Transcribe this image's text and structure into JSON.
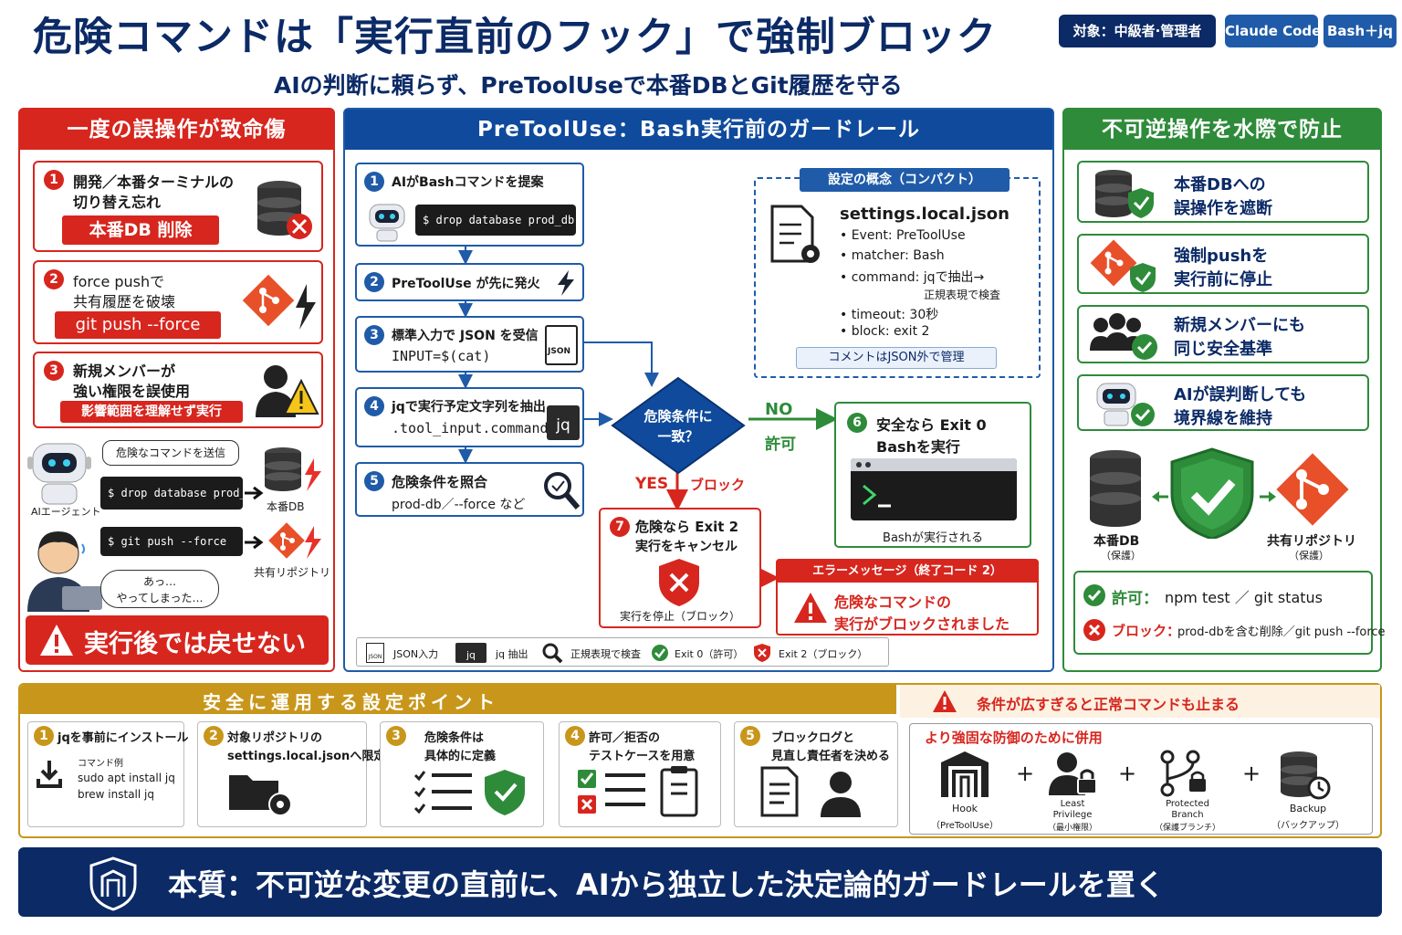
{
  "header": {
    "title": "危険コマンドは「実行直前のフック」で強制ブロック",
    "subtitle": "AIの判断に頼らず、PreToolUseで本番DBとGit履歴を守る",
    "tags": [
      "対象：中級者·管理者",
      "Claude Code",
      "Bash＋jq"
    ]
  },
  "left": {
    "heading": "一度の誤操作が致命傷",
    "cards": [
      {
        "num": "1",
        "line1": "開発／本番ターミナルの",
        "line2": "切り替え忘れ",
        "label": "本番DB 削除"
      },
      {
        "num": "2",
        "line1": "force pushで",
        "line2": "共有履歴を破壊",
        "label": "git push --force"
      },
      {
        "num": "3",
        "line1": "新規メンバーが",
        "line2": "強い権限を誤使用",
        "label": "影響範囲を理解せず実行"
      }
    ],
    "scene": {
      "bubble1": "危険なコマンドを送信",
      "cmd1": "$ drop database prod_db;",
      "agent_label": "AIエージェント",
      "db_label": "本番DB",
      "cmd2": "$ git push --force",
      "repo_label": "共有リポジトリ",
      "bubble2_line1": "あっ…",
      "bubble2_line2": "やってしまった…"
    },
    "footer": "実行後では戻せない"
  },
  "center": {
    "heading": "PreToolUse：Bash実行前のガードレール",
    "steps": [
      {
        "num": "1",
        "title": "AIがBashコマンドを提案",
        "detail": "$ drop database prod_db;"
      },
      {
        "num": "2",
        "title": "PreToolUse が先に発火"
      },
      {
        "num": "3",
        "title": "標準入力で JSON を受信",
        "detail": "INPUT=$(cat)",
        "badge": "JSON"
      },
      {
        "num": "4",
        "title": "jqで実行予定文字列を抽出",
        "detail": ".tool_input.command",
        "badge": "jq"
      },
      {
        "num": "5",
        "title": "危険条件を照合",
        "detail": "prod-db／--force など"
      }
    ],
    "config": {
      "label": "設定の概念（コンパクト）",
      "filename": "settings.local.json",
      "items": [
        "• Event: PreToolUse",
        "• matcher: Bash",
        "• command: jqで抽出→",
        "正規表現で検査",
        "• timeout: 30秒",
        "• block: exit 2"
      ],
      "note": "コメントはJSON外で管理"
    },
    "decision": {
      "line1": "危険条件に",
      "line2": "一致？",
      "no": "NO",
      "allow": "許可",
      "yes": "YES",
      "block": "ブロック"
    },
    "exit0": {
      "num": "6",
      "line1": "安全なら Exit 0",
      "line2": "Bashを実行",
      "caption": "Bashが実行される"
    },
    "exit2": {
      "num": "7",
      "line1": "危険なら Exit 2",
      "line2": "実行をキャンセル",
      "caption": "実行を停止（ブロック）"
    },
    "error": {
      "heading": "エラーメッセージ（終了コード 2）",
      "line1": "危険なコマンドの",
      "line2": "実行がブロックされました"
    },
    "legend": [
      "JSON入力",
      "jq 抽出",
      "正規表現で検査",
      "Exit 0（許可）",
      "Exit 2（ブロック）"
    ],
    "legend_icons": [
      "JSON",
      "jq"
    ]
  },
  "right": {
    "heading": "不可逆操作を水際で防止",
    "items": [
      {
        "line1": "本番DBへの",
        "line2": "誤操作を遮断"
      },
      {
        "line1": "強制pushを",
        "line2": "実行前に停止"
      },
      {
        "line1": "新規メンバーにも",
        "line2": "同じ安全基準"
      },
      {
        "line1": "AIが誤判断しても",
        "line2": "境界線を維持"
      }
    ],
    "db_label": "本番DB",
    "db_sub": "（保護）",
    "repo_label": "共有リポジトリ",
    "repo_sub": "（保護）",
    "allow_label": "許可：",
    "allow_text": "npm test ／ git status",
    "block_label": "ブロック：",
    "block_text": "prod-dbを含む削除／git push --force"
  },
  "bottom": {
    "heading": "安全に運用する設定ポイント",
    "cards": [
      {
        "num": "1",
        "title": "jqを事前にインストール",
        "sub": "コマンド例",
        "lines": [
          "sudo apt install jq",
          "brew install jq"
        ]
      },
      {
        "num": "2",
        "title": "対象リポジトリの",
        "title2": "settings.local.jsonへ限定"
      },
      {
        "num": "3",
        "title": "危険条件は",
        "title2": "具体的に定義"
      },
      {
        "num": "4",
        "title": "許可／拒否の",
        "title2": "テストケースを用意"
      },
      {
        "num": "5",
        "title": "ブロックログと",
        "title2": "見直し責任者を決める"
      }
    ],
    "warning": "条件が広すぎると正常コマンドも止まる",
    "defense_heading": "より強固な防御のために併用",
    "defense": [
      {
        "name": "Hook",
        "sub": "（PreToolUse）"
      },
      {
        "name": "Least",
        "name2": "Privilege",
        "sub": "（最小権限）"
      },
      {
        "name": "Protected",
        "name2": "Branch",
        "sub": "（保護ブランチ）"
      },
      {
        "name": "Backup",
        "sub": "（バックアップ）"
      }
    ],
    "plus": "+"
  },
  "essence": "本質：不可逆な変更の直前に、AIから独立した決定論的ガードレールを置く",
  "colors": {
    "navy": "#0b2a66",
    "red": "#d7261e",
    "blue": "#1f5ba8",
    "green": "#2e8b3a",
    "gold": "#c8961a"
  }
}
